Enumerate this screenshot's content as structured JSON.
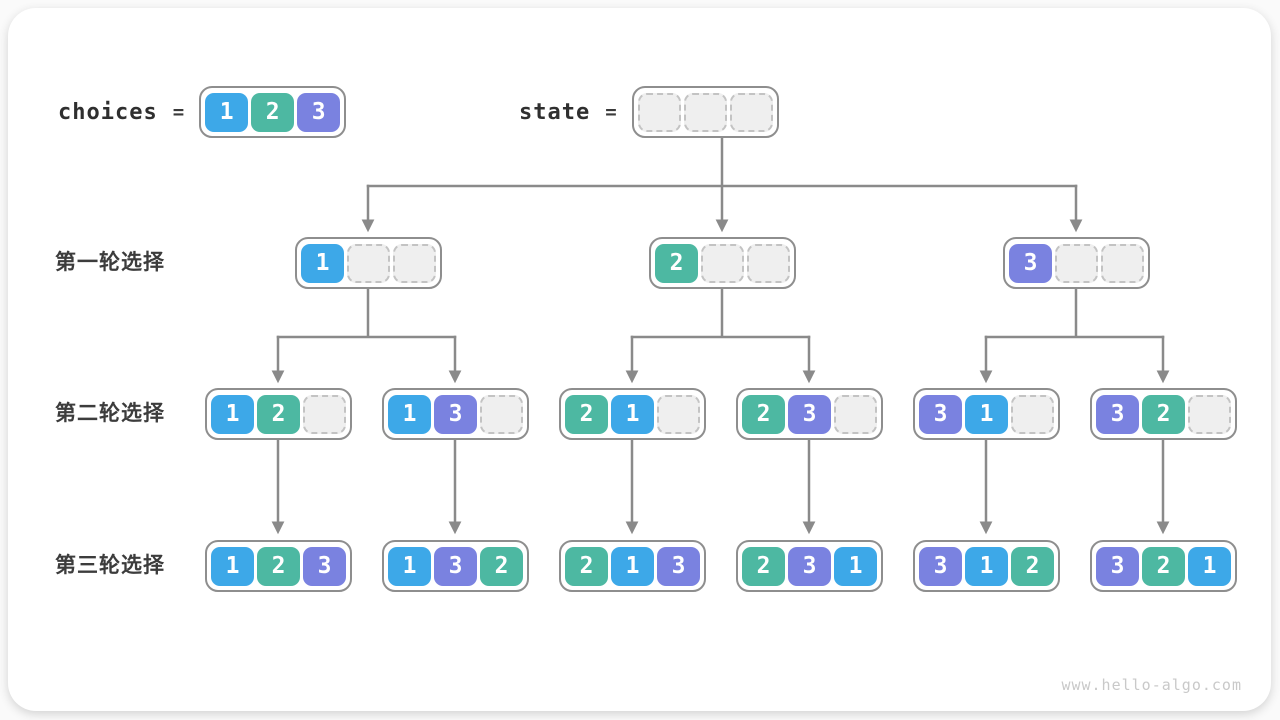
{
  "header": {
    "choices_label": "choices",
    "equals": "=",
    "choices_cells": [
      "1",
      "2",
      "3"
    ],
    "state_label": "state",
    "state_cells": [
      "",
      "",
      ""
    ]
  },
  "rows": [
    {
      "label": "第一轮选择",
      "nodes": [
        [
          "1",
          "",
          ""
        ],
        [
          "2",
          "",
          ""
        ],
        [
          "3",
          "",
          ""
        ]
      ]
    },
    {
      "label": "第二轮选择",
      "nodes": [
        [
          "1",
          "2",
          ""
        ],
        [
          "1",
          "3",
          ""
        ],
        [
          "2",
          "1",
          ""
        ],
        [
          "2",
          "3",
          ""
        ],
        [
          "3",
          "1",
          ""
        ],
        [
          "3",
          "2",
          ""
        ]
      ]
    },
    {
      "label": "第三轮选择",
      "nodes": [
        [
          "1",
          "2",
          "3"
        ],
        [
          "1",
          "3",
          "2"
        ],
        [
          "2",
          "1",
          "3"
        ],
        [
          "2",
          "3",
          "1"
        ],
        [
          "3",
          "1",
          "2"
        ],
        [
          "3",
          "2",
          "1"
        ]
      ]
    }
  ],
  "colors": {
    "1": "#3da8e8",
    "2": "#4db8a2",
    "3": "#7a82e0",
    "arrow": "#8a8a8a",
    "node_border": "#8e8e8e"
  },
  "watermark": "www.hello-algo.com"
}
